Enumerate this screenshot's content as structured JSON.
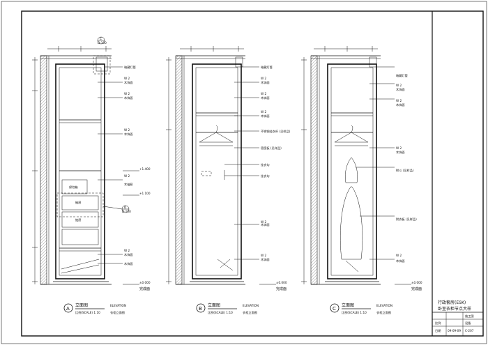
{
  "elevations": [
    {
      "id": "A",
      "labels": [
        "暗藏灯管",
        "木饰面",
        "木饰面",
        "木饰面",
        "木抽屉",
        "保险箱",
        "抽屉",
        "抽屉",
        "木饰面",
        "木饰面"
      ],
      "section_circle": {
        "top": "C",
        "bottom": "D-100"
      },
      "section_circle_2": {
        "top": "D",
        "bottom": "D-100"
      }
    },
    {
      "id": "B",
      "labels": [
        "暗藏灯管",
        "木饰面",
        "木饰面",
        "木饰面",
        "不锈钢挂衣杆 (见样品)",
        "密度板 (见样品)",
        "挂衣勾",
        "挂衣勾",
        "木饰面",
        "木饰面"
      ]
    },
    {
      "id": "C",
      "labels": [
        "暗藏灯管",
        "木饰面",
        "木饰面",
        "木饰面",
        "熨斗 (见样品)",
        "熨衣板 (见样品)",
        "木饰面"
      ]
    }
  ],
  "titles": {
    "name": "立面图",
    "elevation_en": "ELEVATION",
    "scale": "比例(SCALE) 1:10",
    "aux": "衣柜立面图"
  },
  "level_marks": {
    "floor": "±0.000",
    "finish": "完成面",
    "lev1": "+1.400",
    "lev2": "+1.100"
  },
  "tags": {
    "top": "W 2",
    "bottom": "W 2"
  },
  "title_block": {
    "project_line1": "行政套房(ESK)",
    "project_line2": "卧室衣柜节点大样",
    "rows": [
      {
        "left": "",
        "mid": "",
        "right": "施工图"
      },
      {
        "left": "比例",
        "mid": "",
        "right": "设备"
      },
      {
        "left": "日期",
        "mid": "09-09-09",
        "right": "C-207"
      }
    ]
  }
}
